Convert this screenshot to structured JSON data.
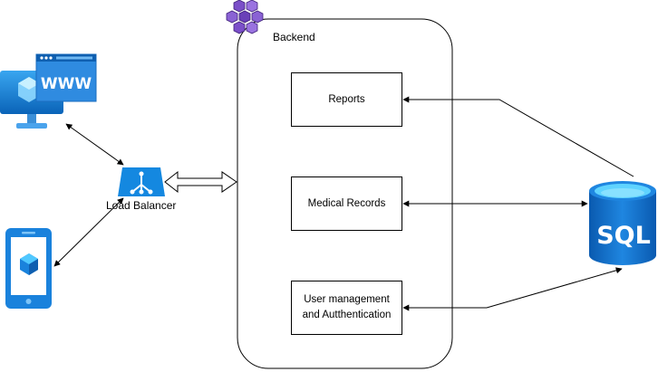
{
  "backend": {
    "label": "Backend"
  },
  "load_balancer": {
    "label": "Load Balancer"
  },
  "services": {
    "reports": "Reports",
    "medical_records": "Medical Records",
    "user_management": "User management and Autthentication"
  },
  "database": {
    "label": "SQL"
  },
  "web_client": {
    "label": "WWW"
  },
  "colors": {
    "azure_blue": "#0078d4",
    "azure_light": "#50e6ff",
    "kubernetes_purple": "#7b4fc9",
    "line": "#000000"
  }
}
